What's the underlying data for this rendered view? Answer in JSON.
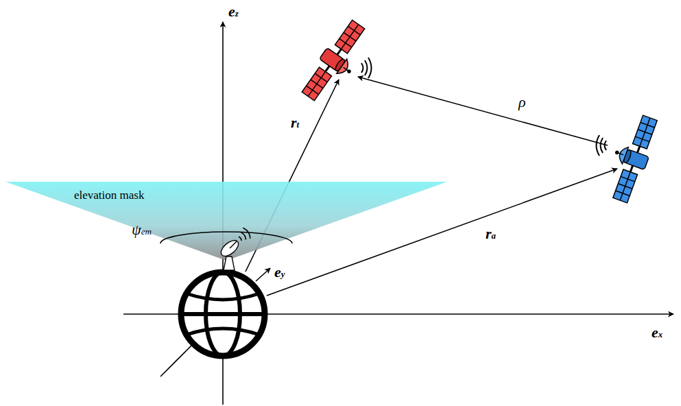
{
  "diagram": {
    "nodes": [
      {
        "text": [
          "elevation mask",
          "ψem"
        ]
      }
    ],
    "labels": [
      "ez",
      "rt",
      "ρ",
      "ra",
      "ey",
      "ex"
    ]
  }
}
